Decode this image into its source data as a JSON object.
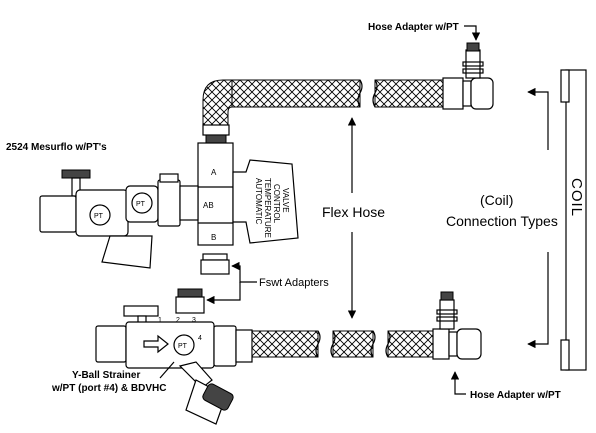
{
  "labels": {
    "hose_adapter_top": "Hose Adapter w/PT",
    "hose_adapter_bottom": "Hose Adapter w/PT",
    "mesurflo": "2524 Mesurflo w/PT's",
    "flex_hose": "Flex Hose",
    "fswt_adapters": "Fswt Adapters",
    "coil_connection_line1": "(Coil)",
    "coil_connection_line2": "Connection Types",
    "coil": "COIL",
    "ystrainer_line1": "Y-Ball Strainer",
    "ystrainer_line2": "w/PT (port #4) & BDVHC"
  },
  "valve": {
    "port_a": "A",
    "port_ab": "AB",
    "port_b": "B",
    "text_lines": [
      "AUTOMATIC",
      "TEMPERATURE",
      "CONTROL",
      "VALVE"
    ]
  },
  "pt_marks": [
    "PT",
    "PT",
    "PT"
  ],
  "port_numbers": [
    "1",
    "2",
    "3",
    "4"
  ]
}
